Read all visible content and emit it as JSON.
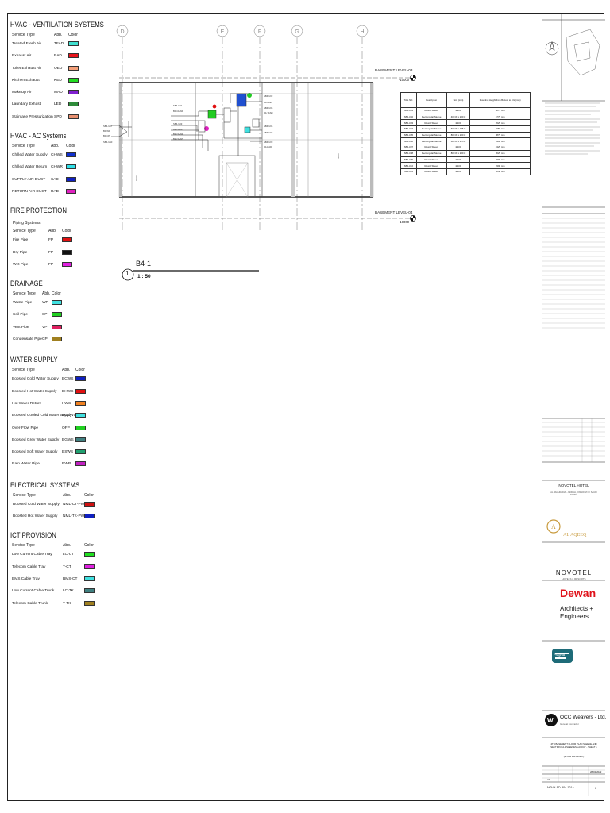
{
  "legend": {
    "hvac_vent": {
      "title": "HVAC - VENTILATION SYSTEMS",
      "headers": [
        "Service Type",
        "Abb.",
        "Color"
      ],
      "rows": [
        {
          "name": "Treated Fresh Air",
          "abb": "TFAD",
          "color": "#40e0d0"
        },
        {
          "name": "Exhaust Air",
          "abb": "EAD",
          "color": "#e8141c"
        },
        {
          "name": "Toilet Exhaust Air",
          "abb": "OED",
          "color": "#f4a07a"
        },
        {
          "name": "Kitchen Exhaust",
          "abb": "KED",
          "color": "#22dd22"
        },
        {
          "name": "MakeUp Air",
          "abb": "MAD",
          "color": "#8020d0"
        },
        {
          "name": "Laundary Exhast",
          "abb": "LED",
          "color": "#2e8b3a"
        },
        {
          "name": "Staircase Pressurization",
          "abb": "SPD",
          "color": "#e89070"
        }
      ]
    },
    "hvac_ac": {
      "title": "HVAC - AC Systems",
      "headers": [
        "Service Type",
        "Abb.",
        "Color"
      ],
      "rows": [
        {
          "name": "Chilled Water Supply",
          "abb": "CHWS",
          "color": "#1030d0"
        },
        {
          "name": "Chilled Water Return",
          "abb": "CHWR",
          "color": "#30e0e8"
        },
        {
          "name": "SUPPLY AIR DUCT",
          "abb": "SAD",
          "color": "#1020c0"
        },
        {
          "name": "RETURN AIR DUCT",
          "abb": "RAD",
          "color": "#e020c0"
        }
      ]
    },
    "fire": {
      "title": "FIRE PROTECTION",
      "subtitle": "Piping Systems",
      "headers": [
        "Service Type",
        "Abb.",
        "Color"
      ],
      "rows": [
        {
          "name": "Fire Pipe",
          "abb": "FP",
          "color": "#e01010"
        },
        {
          "name": "Dry Pipe",
          "abb": "FP",
          "color": "#111111"
        },
        {
          "name": "Wet Pipe",
          "abb": "FP",
          "color": "#e020e0"
        }
      ]
    },
    "drainage": {
      "title": "DRAINAGE",
      "headers": [
        "Service Type",
        "Abb.",
        "Color"
      ],
      "rows": [
        {
          "name": "Waste Pipe",
          "abb": "WP",
          "color": "#40e0e0"
        },
        {
          "name": "Soil Pipe",
          "abb": "SP",
          "color": "#20d020"
        },
        {
          "name": "Vent Pipe",
          "abb": "VP",
          "color": "#e02060"
        },
        {
          "name": "Condensate Pipe",
          "abb": "CP",
          "color": "#a08020"
        }
      ]
    },
    "water": {
      "title": "WATER SUPPLY",
      "headers": [
        "Service Type",
        "Abb.",
        "Color"
      ],
      "rows": [
        {
          "name": "Boosted Cold Water Supply",
          "abb": "BCWS",
          "color": "#1020c0"
        },
        {
          "name": "Boosted Hot Water Supply",
          "abb": "BHWS",
          "color": "#e01010"
        },
        {
          "name": "Hot Water Return",
          "abb": "HWS",
          "color": "#f08020"
        },
        {
          "name": "Boosted Cooled Cold Water Supply",
          "abb": "BCCWS",
          "color": "#40e0e0"
        },
        {
          "name": "Over-Flow Pipe",
          "abb": "OFP",
          "color": "#20d020"
        },
        {
          "name": "Boosted Grey Water Supply",
          "abb": "BGWS",
          "color": "#408080"
        },
        {
          "name": "Boosted Soft Water Supply",
          "abb": "BSWS",
          "color": "#20a070"
        },
        {
          "name": "Rain Water Pipe",
          "abb": "RWP",
          "color": "#c020c0"
        }
      ]
    },
    "electrical": {
      "title": "ELECTRICAL SYSTEMS",
      "headers": [
        "Service Type",
        "Abb.",
        "Color"
      ],
      "rows": [
        {
          "name": "Boosted Cold Water Supply",
          "abb": "NML-CT-PWR",
          "color": "#d01010"
        },
        {
          "name": "Boosted Hot Water Supply",
          "abb": "NML-TK-PWR",
          "color": "#1020c0"
        }
      ]
    },
    "ict": {
      "title": "ICT PROVISION",
      "headers": [
        "Service Type",
        "Abb.",
        "Color"
      ],
      "rows": [
        {
          "name": "Low Current Cable Tray",
          "abb": "LC-CT",
          "color": "#20e020"
        },
        {
          "name": "Telecom Cable Tray",
          "abb": "T-CT",
          "color": "#e020e0"
        },
        {
          "name": "BMS Cable Tray",
          "abb": "BMS-CT",
          "color": "#40e0e0"
        },
        {
          "name": "Low Current Cable Trunk",
          "abb": "LC-TK",
          "color": "#408080"
        },
        {
          "name": "Telecom Cable Trunk",
          "abb": "T-TK",
          "color": "#a08020"
        }
      ]
    }
  },
  "drawing": {
    "grids": [
      "D",
      "E",
      "F",
      "G",
      "H"
    ],
    "level_top": "BASEMENT LEVEL-03",
    "level_top_elev": "-10000",
    "level_bottom": "BASEMENT LEVEL-04",
    "level_bottom_elev": "-16000",
    "view_number": "1",
    "view_name": "B4-1",
    "scale": "1 : 50"
  },
  "schedule": {
    "headers": [
      "TAG NO.",
      "Description",
      "Size (mm)",
      "Mounting Height from Bottom to CIL (mm)"
    ],
    "rows": [
      [
        "SB4-U01",
        "Round Sleeve",
        "Ø200",
        "4875 mm"
      ],
      [
        "SB4-U02",
        "Rectangular Sleeve",
        "400 W x 200 H",
        "4775 mm"
      ],
      [
        "SB4-U03",
        "Round Sleeve",
        "Ø100",
        "4525 mm"
      ],
      [
        "SB4-U04",
        "Rectangular Sleeve",
        "600 W x 175 H",
        "4050 mm"
      ],
      [
        "SB4-U05",
        "Rectangular Sleeve",
        "800 W x 200 H",
        "3875 mm"
      ],
      [
        "SB4-U06",
        "Rectangular Sleeve",
        "600 W x 175 H",
        "3900 mm"
      ],
      [
        "SB4-U07",
        "Round Sleeve",
        "Ø100",
        "4325 mm"
      ],
      [
        "SB4-U08",
        "Rectangular Sleeve",
        "800 W x 200 H",
        "3625 mm"
      ],
      [
        "SB4-U09",
        "Round Sleeve",
        "Ø100",
        "3390 mm"
      ],
      [
        "SB4-U10",
        "Round Sleeve",
        "Ø100",
        "3390 mm"
      ],
      [
        "SB4-U11",
        "Round Sleeve",
        "Ø100",
        "3240 mm"
      ]
    ]
  },
  "titleblock": {
    "project": "NOVOTEL HOTEL",
    "location": "AL BAGHDADIA - JEDDAH, KINGDOM OF SAUDI ARABIA",
    "client_label": "AL AQEEQ",
    "operator": "NOVOTEL",
    "operator_sub": "HOTELS & RESORTS",
    "consultant": "Dewan",
    "consultant_sub1": "Architects +",
    "consultant_sub2": "Engineers",
    "mep": "Pragma",
    "contractor": "OCC Weavers - Ltd.",
    "contractor_sub": "General Contractor",
    "drawing_title": "4TH BASEMENT FLOOR PLAN SLEEVE AND SECTION B4-1 SLEEVES LAYOUT - SHEET 1",
    "status": "(SHOP DRAWING)",
    "sheet_size": "A1",
    "date": "28-02-2022",
    "drawing_no": "NOVH-SD-B04-101A",
    "revision": "0"
  }
}
